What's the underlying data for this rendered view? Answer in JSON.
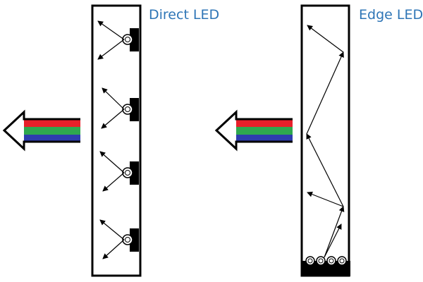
{
  "titles": {
    "direct": "Direct LED",
    "edge": "Edge LED"
  },
  "colors": {
    "title": "#2e75b6",
    "outline": "#000000",
    "red": "#e8202a",
    "green": "#2fa84f",
    "blue": "#2e3dae",
    "led": "#000000"
  },
  "panels": [
    {
      "id": "direct",
      "led_count": 4
    },
    {
      "id": "edge",
      "led_count": 4
    }
  ]
}
